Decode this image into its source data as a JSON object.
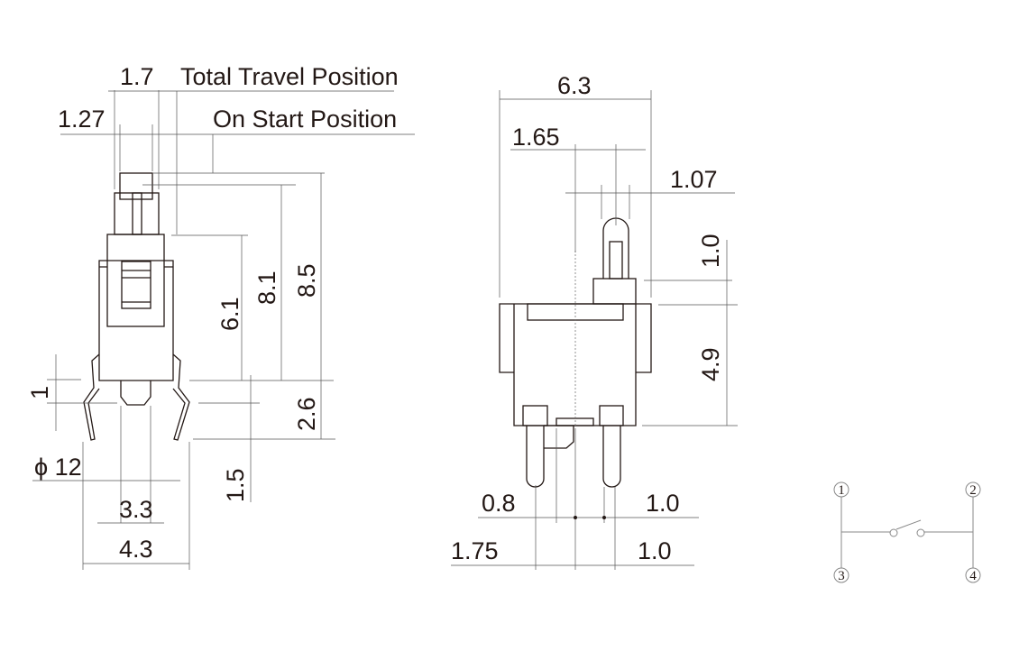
{
  "front_view": {
    "labels": {
      "total_travel": "Total Travel Position",
      "on_start": "On Start Position"
    },
    "dimensions": {
      "d1_7": "1.7",
      "d1_27": "1.27",
      "d6_1": "6.1",
      "d8_1": "8.1",
      "d8_5": "8.5",
      "d1": "1",
      "d2_6": "2.6",
      "d1_5": "1.5",
      "phi12": "ϕ 12",
      "d3_3": "3.3",
      "d4_3": "4.3"
    }
  },
  "side_view": {
    "dimensions": {
      "d6_3": "6.3",
      "d1_65": "1.65",
      "d1_07": "1.07",
      "d1_0_top": "1.0",
      "d4_9": "4.9",
      "d0_8": "0.8",
      "d1_0_mid": "1.0",
      "d1_75": "1.75",
      "d1_0_bottom": "1.0"
    }
  },
  "schematic": {
    "pins": [
      "1",
      "2",
      "3",
      "4"
    ]
  }
}
